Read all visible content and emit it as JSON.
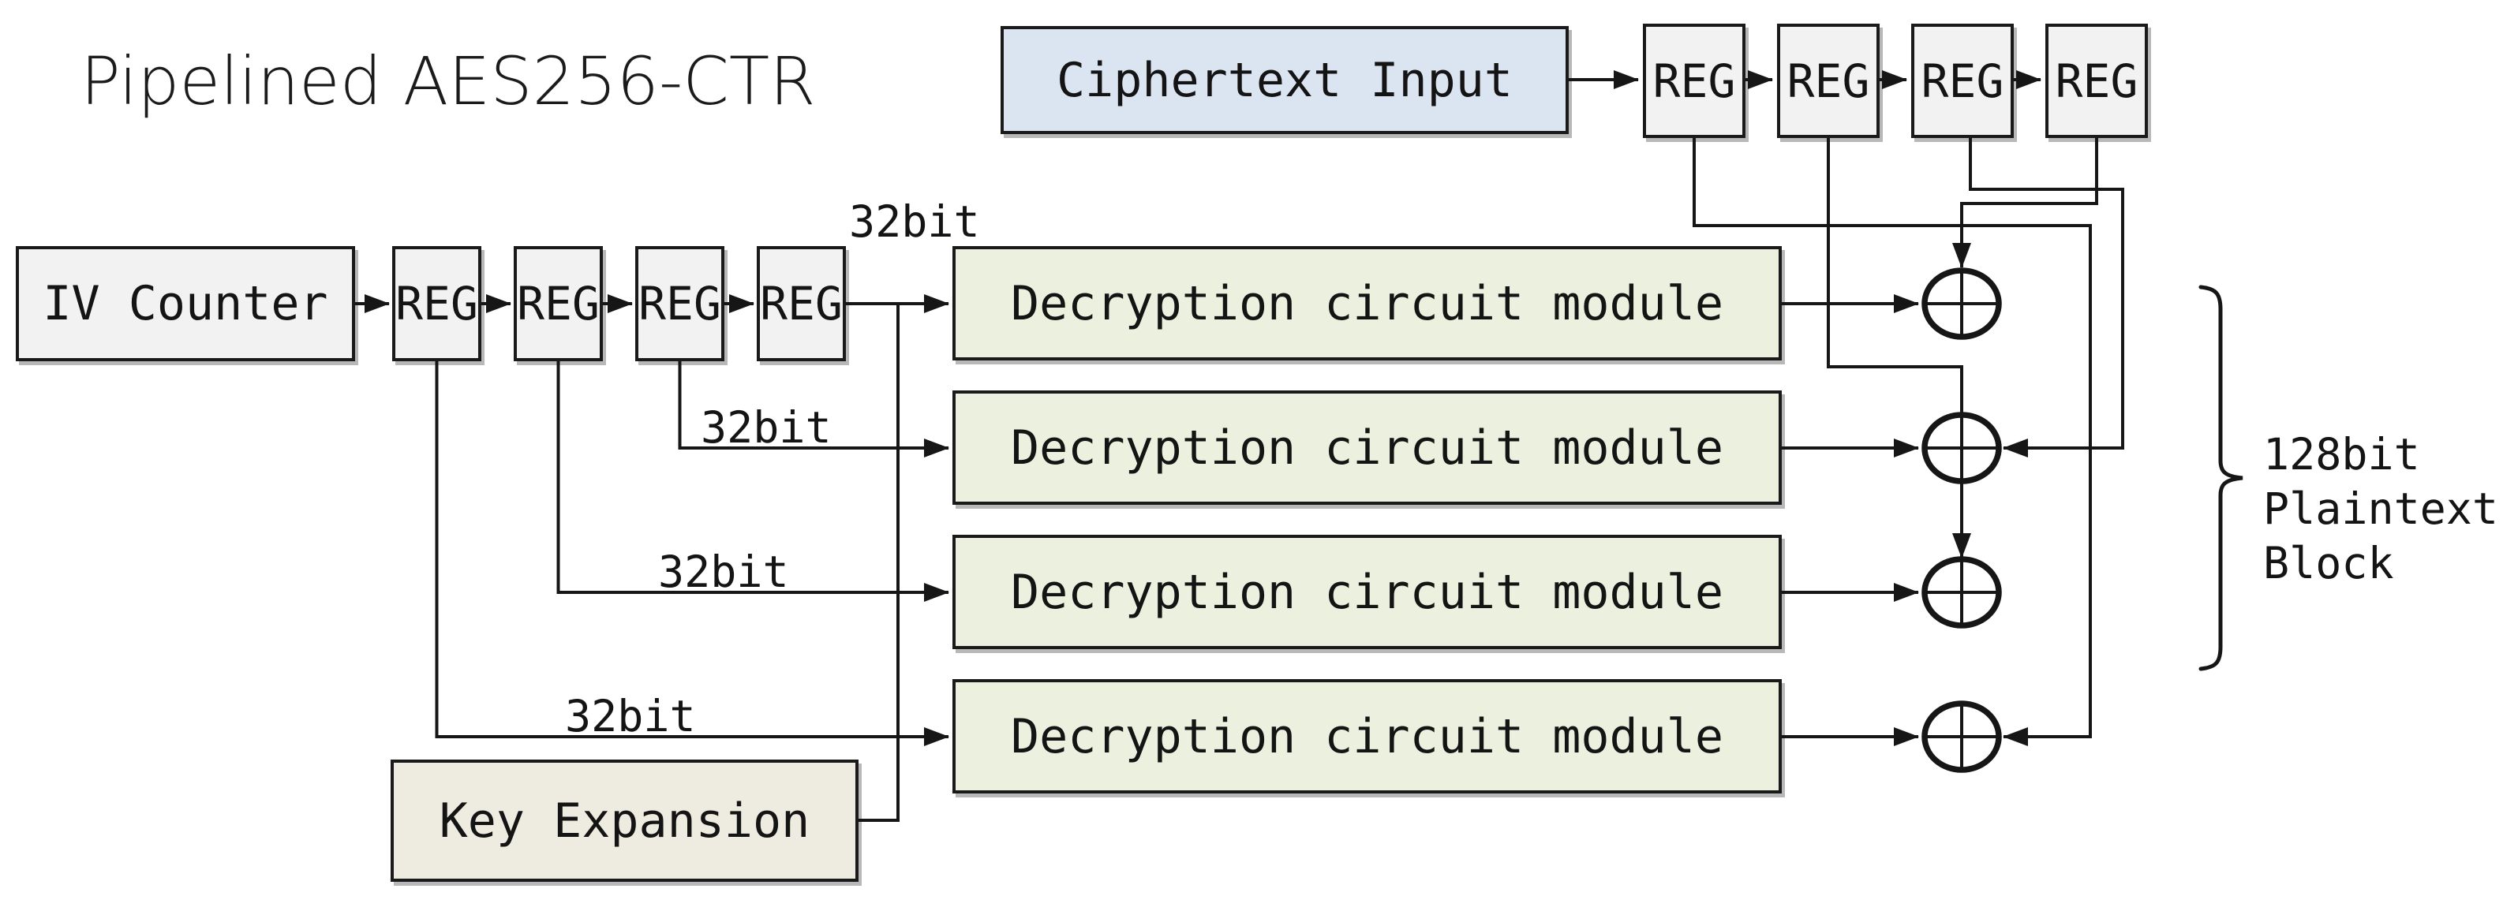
{
  "title": "Pipelined AES256-CTR",
  "boxes": {
    "ciphertext_input": "Ciphertext Input",
    "iv_counter": "IV Counter",
    "key_expansion": "Key Expansion",
    "modules": [
      "Decryption circuit module",
      "Decryption circuit module",
      "Decryption circuit module",
      "Decryption circuit module"
    ],
    "counter_regs": [
      "REG",
      "REG",
      "REG",
      "REG"
    ],
    "ciphertext_regs": [
      "REG",
      "REG",
      "REG",
      "REG"
    ]
  },
  "labels": {
    "bus_32bit": [
      "32bit",
      "32bit",
      "32bit",
      "32bit"
    ],
    "output_block_lines": [
      "128bit",
      "Plaintext",
      "Block"
    ]
  },
  "icons": {
    "xor_gate": "circled-plus",
    "arrowhead": "solid-triangle",
    "output_brace": "right-curly-brace"
  },
  "colors": {
    "ciphertext_fill": "#dbe5f1",
    "register_fill": "#f2f2f2",
    "module_fill": "#ebf1de",
    "key_expansion_fill": "#eeece1",
    "wire": "#161616",
    "border": "#1a1a1a"
  }
}
